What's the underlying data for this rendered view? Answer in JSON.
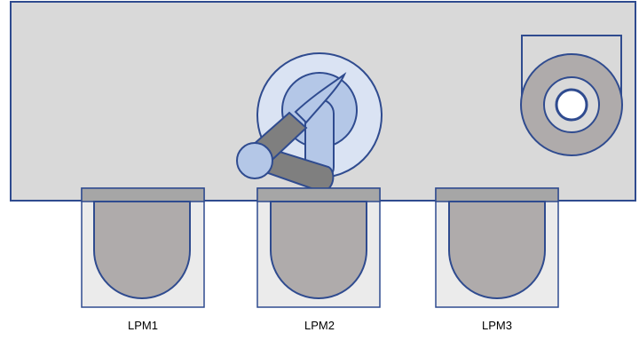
{
  "colors": {
    "outline": "#2F4B8F",
    "chamber_fill": "#D9D9D9",
    "port_body_fill": "#EBEBEB",
    "port_cap_fill": "#A6A6A6",
    "pod_fill": "#AFABAB",
    "robot_base_outer": "#DAE3F3",
    "robot_base_inner": "#B4C7E7",
    "robot_arm_link": "#7F7F7F",
    "robot_blade": "#B4C7E7",
    "aligner_housing": "#D9D9D9",
    "aligner_ring": "#AFABAB",
    "aligner_center": "#FFFFFF"
  },
  "icons": {
    "robot": "wafer-transfer-robot-icon",
    "aligner": "wafer-aligner-icon",
    "pod": "wafer-pod-icon"
  },
  "load_ports": [
    {
      "label": "LPM1"
    },
    {
      "label": "LPM2"
    },
    {
      "label": "LPM3"
    }
  ]
}
